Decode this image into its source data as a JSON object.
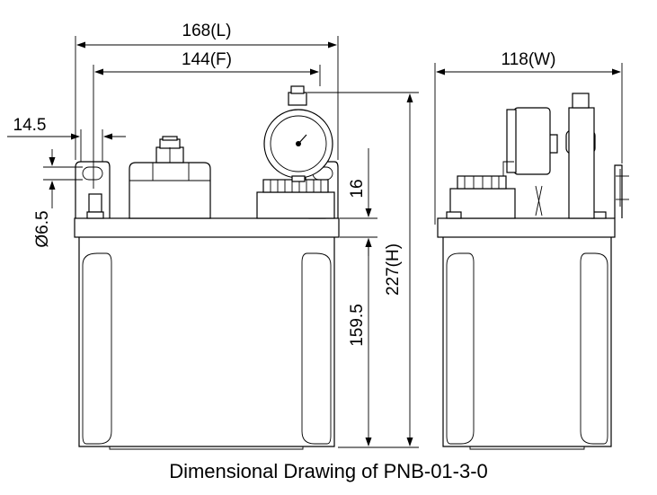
{
  "caption": "Dimensional Drawing of PNB-01-3-0",
  "dimensions": {
    "length": "168(L)",
    "f_spacing": "144(F)",
    "width": "118(W)",
    "height": "227(H)",
    "hole_offset": "14.5",
    "hole_diameter": "Ø6.5",
    "reservoir_height": "159.5",
    "cap_height": "16"
  },
  "colors": {
    "line": "#000000",
    "background": "#ffffff"
  }
}
